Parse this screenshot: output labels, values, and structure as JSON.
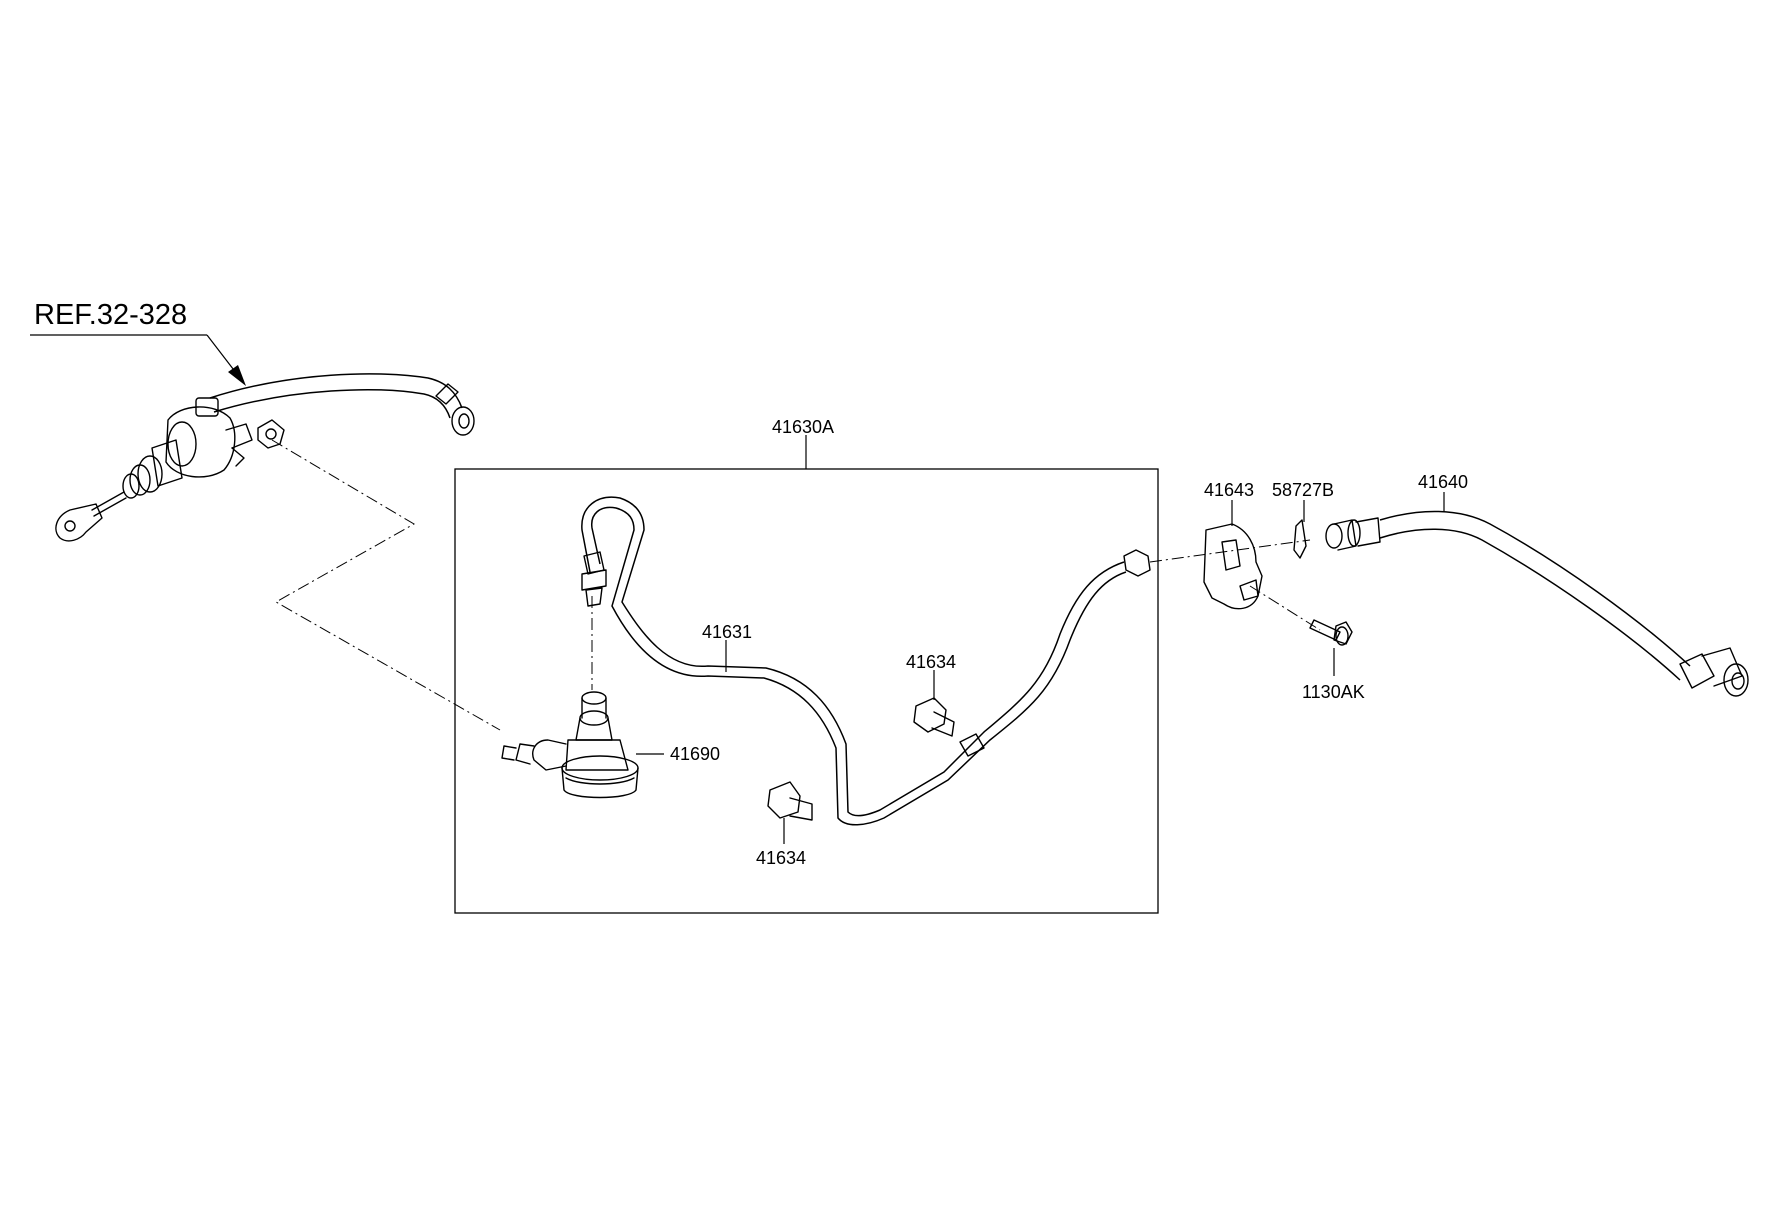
{
  "reference": {
    "text": "REF.32-328"
  },
  "parts": [
    {
      "id": "p41630A",
      "label": "41630A"
    },
    {
      "id": "p41631",
      "label": "41631"
    },
    {
      "id": "p41634a",
      "label": "41634"
    },
    {
      "id": "p41634b",
      "label": "41634"
    },
    {
      "id": "p41690",
      "label": "41690"
    },
    {
      "id": "p41643",
      "label": "41643"
    },
    {
      "id": "p58727B",
      "label": "58727B"
    },
    {
      "id": "p41640",
      "label": "41640"
    },
    {
      "id": "p1130AK",
      "label": "1130AK"
    }
  ]
}
